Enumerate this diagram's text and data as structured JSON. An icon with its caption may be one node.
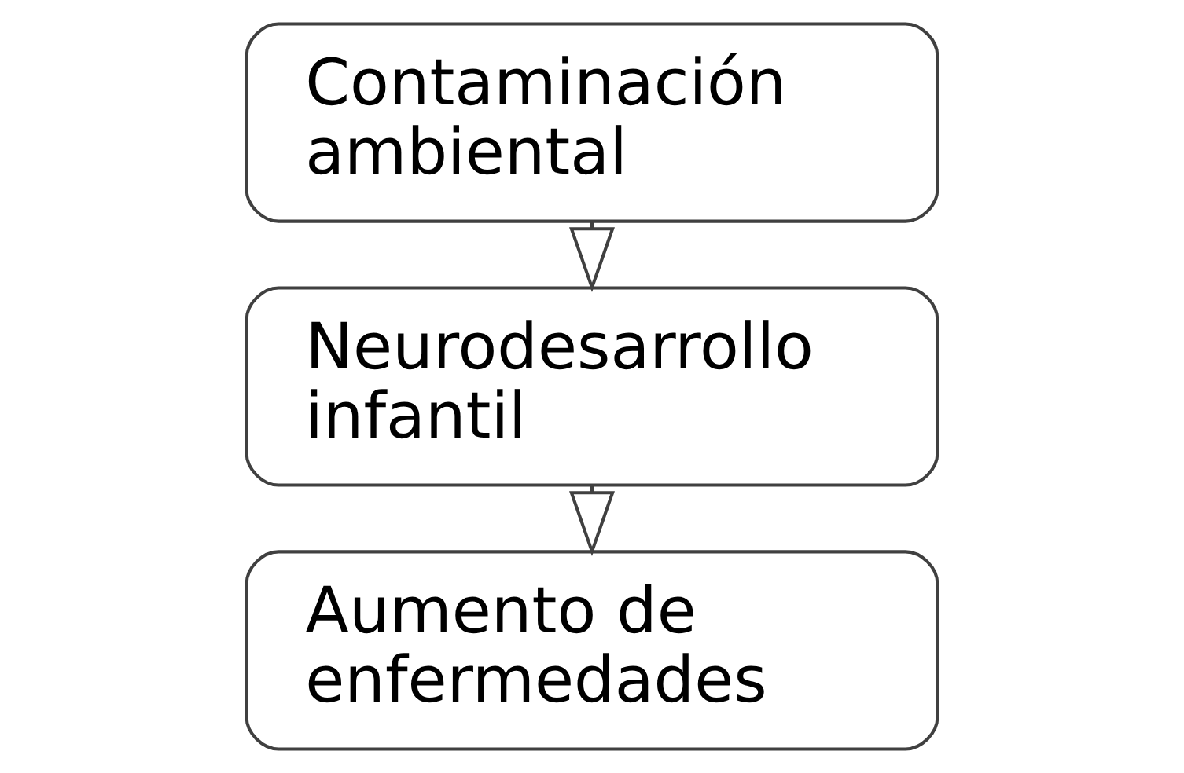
{
  "diagram": {
    "nodes": [
      {
        "text": [
          "Contaminación ambiental"
        ]
      },
      {
        "text": [
          "Neurodesarrollo infantil"
        ]
      },
      {
        "text": [
          "Aumento de enfermedades"
        ]
      }
    ],
    "edges": [
      {
        "from": 0,
        "to": 1,
        "arrow": "to"
      },
      {
        "from": 1,
        "to": 2,
        "arrow": "to"
      }
    ]
  }
}
